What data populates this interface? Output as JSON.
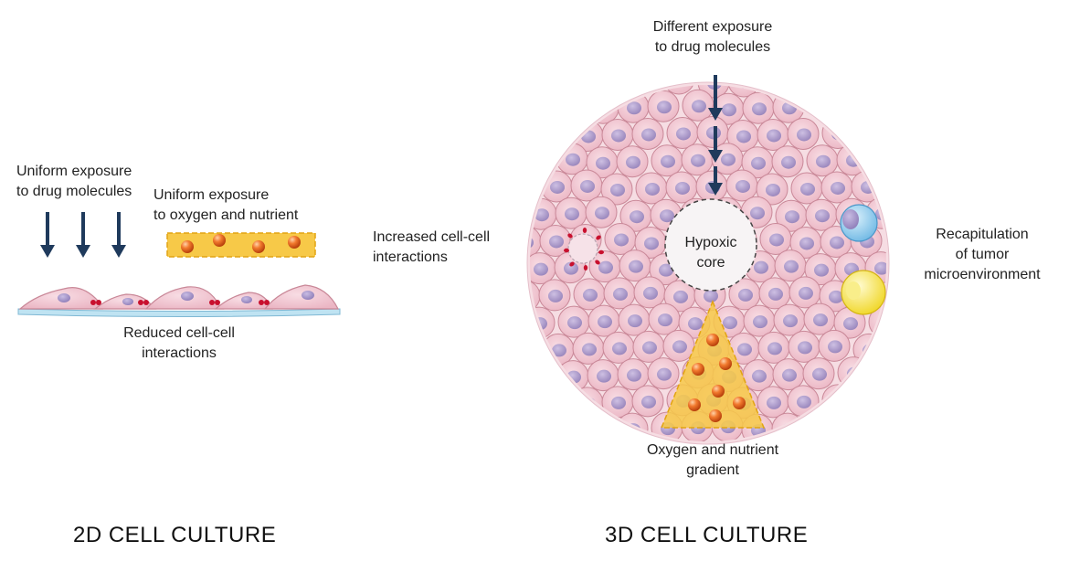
{
  "panel_2d": {
    "drug_label": "Uniform exposure\nto drug molecules",
    "oxygen_label": "Uniform exposure\nto oxygen and nutrient",
    "interaction_label": "Reduced cell-cell\ninteractions",
    "title": "2D CELL CULTURE"
  },
  "panel_3d": {
    "drug_label": "Different exposure\nto drug molecules",
    "interaction_label": "Increased cell-cell\ninteractions",
    "core_label": "Hypoxic\ncore",
    "tme_label": "Recapitulation\nof tumor\nmicroenvironment",
    "gradient_label": "Oxygen and nutrient\ngradient",
    "title": "3D CELL CULTURE"
  },
  "colors": {
    "arrow": "#1f3a5c",
    "cell_fill": "#f3cdd6",
    "cell_stroke": "#c98898",
    "nucleus": "#9a8ac0",
    "oxygen_band": "#f7c948",
    "particle": "#e8622a",
    "junction": "#c8102e",
    "immune_blue": "#8ec9ec",
    "immune_yellow": "#f6e24a"
  }
}
